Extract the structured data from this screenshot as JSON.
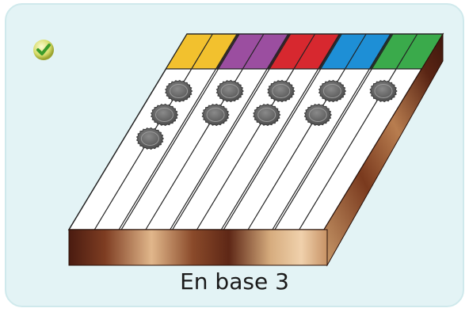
{
  "caption": "En base 3",
  "status_icon": "checkmark-icon",
  "colors": {
    "background": "#e3f3f5",
    "columns": [
      "#f2c12e",
      "#9b4ea0",
      "#d7282f",
      "#1e8fd6",
      "#3aaa4b"
    ],
    "wood_dark": "#5b2616",
    "wood_light": "#e2b98c",
    "cap": "#6f6f6f"
  },
  "columns": [
    {
      "color_index": 0,
      "tokens": 3
    },
    {
      "color_index": 1,
      "tokens": 2
    },
    {
      "color_index": 2,
      "tokens": 2
    },
    {
      "color_index": 3,
      "tokens": 2
    },
    {
      "color_index": 4,
      "tokens": 1
    }
  ]
}
